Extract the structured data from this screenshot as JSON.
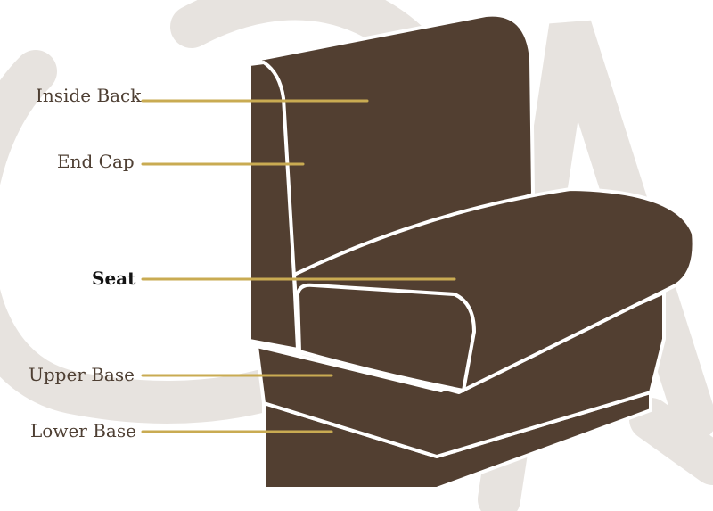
{
  "diagram": {
    "labels": {
      "inside_back": "Inside Back",
      "end_cap": "End Cap",
      "seat": "Seat",
      "upper_base": "Upper Base",
      "lower_base": "Lower Base"
    },
    "colors": {
      "upholstery": "#523f31",
      "outline": "#ffffff",
      "leader": "#c9ab52",
      "watermark": "#e7e3df",
      "label_text": "#4e3f33",
      "label_highlight": "#141414"
    },
    "icons": {
      "watermark": "brand-logo-watermark"
    }
  }
}
